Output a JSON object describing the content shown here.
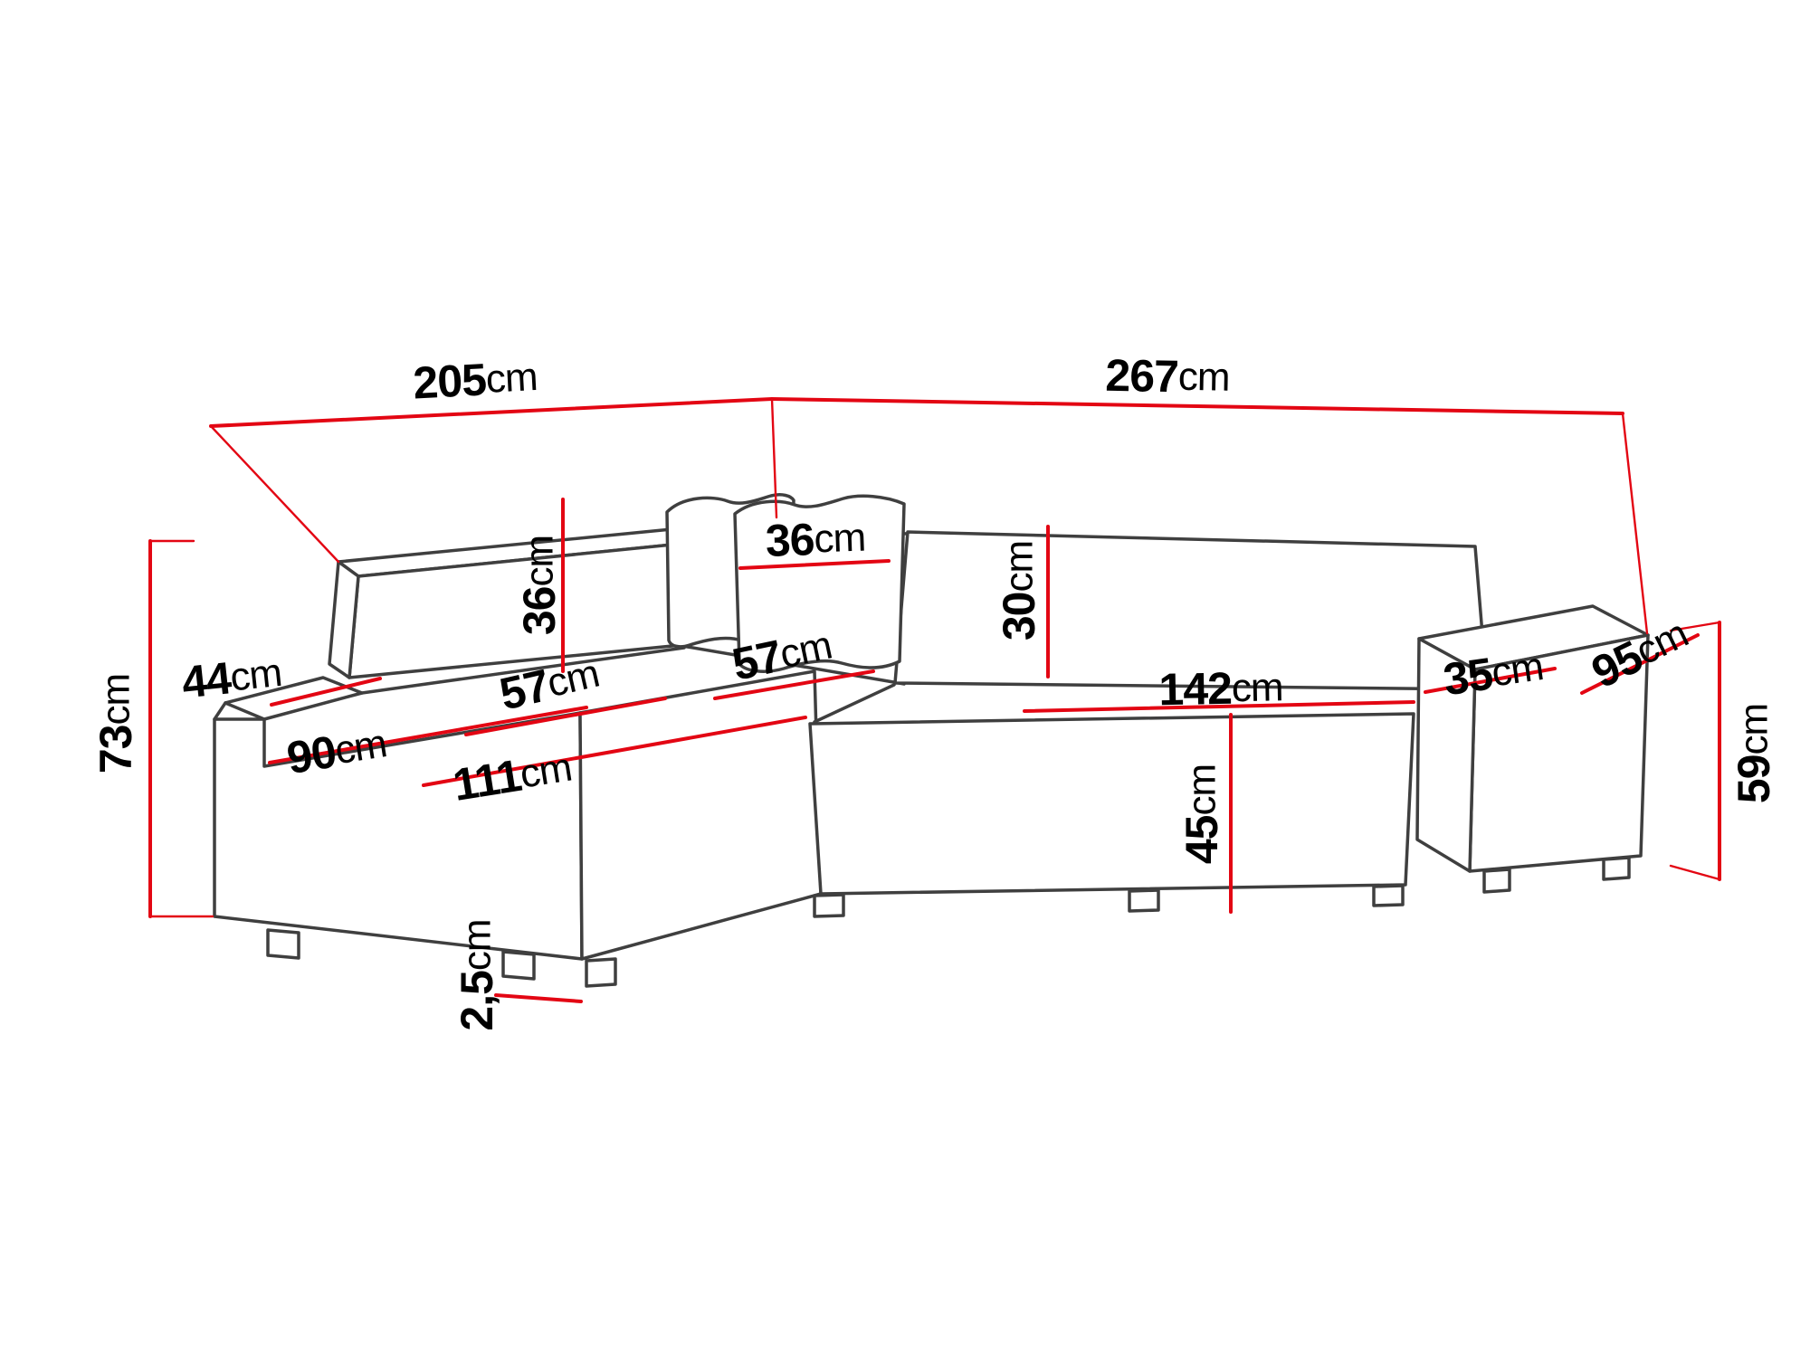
{
  "diagram": {
    "subject": "corner sofa with ottoman dimension drawing",
    "unit": "cm",
    "colors": {
      "dimension_line": "#e30613",
      "outline": "#3f3f3f",
      "label_text": "#000000",
      "background": "#ffffff"
    },
    "dims": {
      "width_left": {
        "num": "205",
        "unit": "cm"
      },
      "width_right": {
        "num": "267",
        "unit": "cm"
      },
      "height_total": {
        "num": "73",
        "unit": "cm"
      },
      "armrest_left": {
        "num": "44",
        "unit": "cm"
      },
      "seat_depth_left": {
        "num": "90",
        "unit": "cm"
      },
      "chaise_length": {
        "num": "111",
        "unit": "cm"
      },
      "seat_depth_a": {
        "num": "57",
        "unit": "cm"
      },
      "seat_depth_b": {
        "num": "57",
        "unit": "cm"
      },
      "pillow_height": {
        "num": "36",
        "unit": "cm"
      },
      "pillow_width": {
        "num": "36",
        "unit": "cm"
      },
      "backrest_height": {
        "num": "30",
        "unit": "cm"
      },
      "seat_width_right": {
        "num": "142",
        "unit": "cm"
      },
      "ottoman_width": {
        "num": "35",
        "unit": "cm"
      },
      "ottoman_depth": {
        "num": "95",
        "unit": "cm"
      },
      "ottoman_height": {
        "num": "59",
        "unit": "cm"
      },
      "seat_height": {
        "num": "45",
        "unit": "cm"
      },
      "leg_height": {
        "num": "2,5",
        "unit": "cm"
      }
    }
  }
}
